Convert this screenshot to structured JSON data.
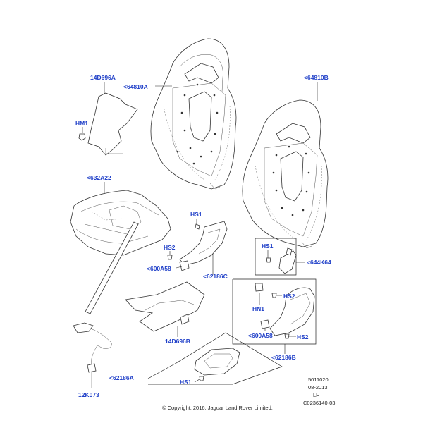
{
  "labels": {
    "foam_14d696a": "14D696A",
    "hm1": "HM1",
    "cover_64810a": "<64810A",
    "cover_64810b": "<64810B",
    "cushion_632a22": "<632A22",
    "hs1_upper": "HS1",
    "hs2_left": "HS2",
    "bracket_600a58_left": "<600A58",
    "panel_62186c": "<62186C",
    "hs1_box": "HS1",
    "module_644k64": "<644K64",
    "hs2_right": "HS2",
    "hn1": "HN1",
    "bracket_600a58_right": "<600A58",
    "hs2_lower": "HS2",
    "panel_62186b": "<62186B",
    "pad_14d696b": "14D696B",
    "trim_62186a": "<62186A",
    "hs1_lower": "HS1",
    "harness_12k073": "12K073"
  },
  "meta": {
    "code1": "5011020",
    "date": "08-2013",
    "side": "LH",
    "ref": "C0236140-03",
    "copyright": "© Copyright, 2016. Jaguar Land Rover Limited."
  },
  "colors": {
    "label": "#1f3fc8",
    "line": "#333333"
  }
}
